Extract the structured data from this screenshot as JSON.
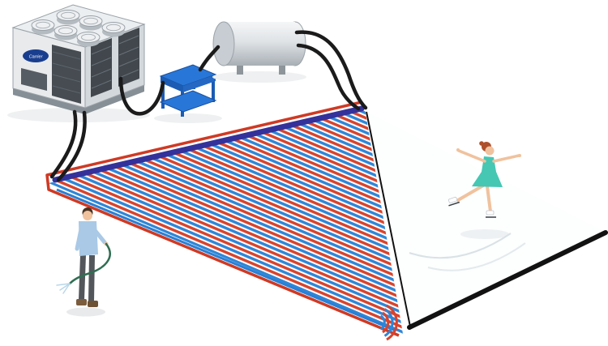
{
  "illustration": {
    "label": "Ice rink refrigeration system illustration"
  },
  "chiller": {
    "logo_text": "Carrier"
  },
  "components": {
    "chiller": "air-cooled chiller",
    "pump_skid": "pump skid",
    "tank": "storage tank",
    "hoses": "connection hoses",
    "pipe_grid": "rink cooling pipe grid",
    "rink": "ice rink surface",
    "skater": "figure skater",
    "worker": "technician with hose"
  },
  "colors": {
    "pipe_red": "#d8432c",
    "pipe_blue": "#2e86d8",
    "header_navy": "#34319b",
    "perimeter_red": "#cf3a24",
    "edge_blue": "#2a7fd4",
    "hose_black": "#1b1b1b",
    "border_black": "#121212",
    "cart_blue": "#2877d8",
    "cart_blue_dark": "#1c5cb4",
    "dress_teal": "#45c7b3",
    "shirt_blue": "#a9c9e6",
    "skin": "#f0c29e",
    "logo_blue": "#1a3e8f"
  }
}
